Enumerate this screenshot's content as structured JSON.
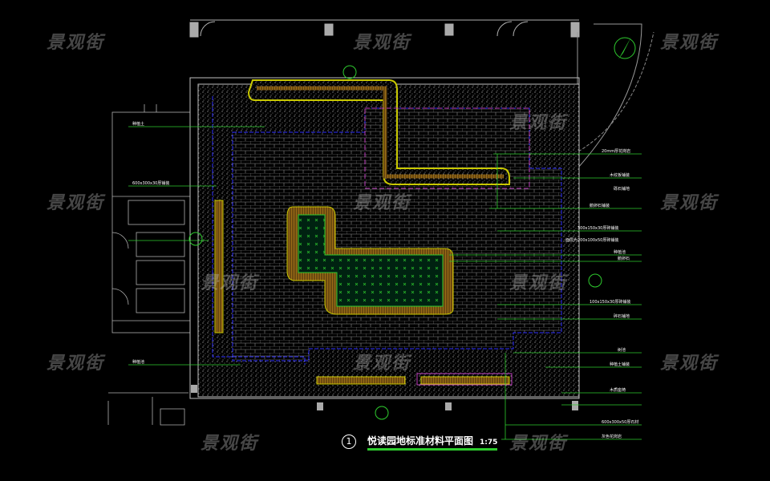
{
  "drawing": {
    "title": "悦读园地标准材料平面图",
    "scale": "1:75",
    "number": "1"
  },
  "watermark": "景观街",
  "labels": {
    "right": [
      "20mm厚花岗岩",
      "木纹板铺装",
      "砾石铺地",
      "鹅卵石铺装",
      "300x150x30厚砖铺装",
      "面层为200x100x50厚砖铺装",
      "种植池",
      "鹅卵石",
      "100x150x30厚砖铺装",
      "碎石铺地",
      "树池",
      "种植土铺装",
      "木质座椅",
      "600x300x50厚石材",
      "灰色花岗岩"
    ],
    "left": [
      "种植土",
      "600x300x30厚铺装",
      "种植池"
    ]
  },
  "colors": {
    "background": "#000000",
    "leader": "#2ecc2e",
    "outline": "#b0b0b0",
    "accent": "#c8c800",
    "magenta": "#c040c0",
    "blue": "#3030ff"
  }
}
